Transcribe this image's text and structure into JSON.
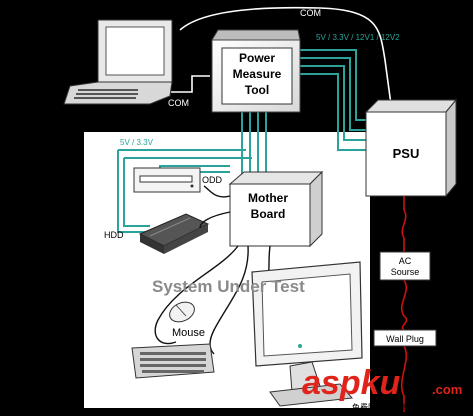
{
  "labels": {
    "com_top": "COM",
    "com_left": "COM",
    "power_tool": [
      "Power",
      "Measure",
      "Tool"
    ],
    "rails_right": "5V / 3.3V / 12V1 / 12V2",
    "rails_left": "5V / 3.3V",
    "psu": "PSU",
    "odd": "ODD",
    "hdd": "HDD",
    "motherboard": [
      "Mother",
      "Board"
    ],
    "sut": "System Under Test",
    "mouse": "Mouse",
    "ac_source": [
      "AC",
      "Sourse"
    ],
    "wall_plug": "Wall Plug",
    "watermark_main": "aspku",
    "watermark_tld": ".com",
    "watermark_sub": "免费网站源码下载站!"
  },
  "colors": {
    "background": "#000000",
    "panel": "#ffffff",
    "cable_teal": "#2aa39a",
    "power_red": "#cc1111",
    "watermark_red": "#e0241b",
    "sut_text": "#8a8a8a"
  },
  "icons": [
    "laptop-icon",
    "keyboard-icon",
    "mouse-icon",
    "monitor-icon",
    "optical-drive-icon",
    "hard-drive-icon"
  ]
}
